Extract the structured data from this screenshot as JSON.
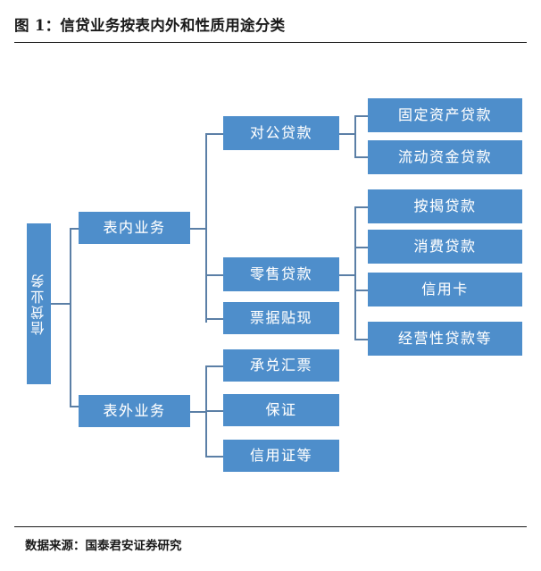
{
  "figure": {
    "title": "图 1：信贷业务按表内外和性质用途分类",
    "source": "数据来源：国泰君安证券研究"
  },
  "colors": {
    "node_fill": "#4e8ecb",
    "node_text": "#ffffff",
    "connector": "#5b7fa6",
    "rule": "#1a1a1a",
    "background": "#ffffff"
  },
  "chart_data": {
    "type": "diagram",
    "subtype": "horizontal-tree",
    "title": "图 1：信贷业务按表内外和性质用途分类",
    "root": "信贷业务",
    "nodes": {
      "root": "信贷业务",
      "l2": [
        "表内业务",
        "表外业务"
      ],
      "l3_on_balance": [
        "对公贷款",
        "零售贷款",
        "票据贴现"
      ],
      "l3_off_balance": [
        "承兑汇票",
        "保证",
        "信用证等"
      ],
      "l4_corporate": [
        "固定资产贷款",
        "流动资金贷款"
      ],
      "l4_retail": [
        "按揭贷款",
        "消费贷款",
        "信用卡",
        "经营性贷款等"
      ]
    },
    "edges": [
      [
        "信贷业务",
        "表内业务"
      ],
      [
        "信贷业务",
        "表外业务"
      ],
      [
        "表内业务",
        "对公贷款"
      ],
      [
        "表内业务",
        "零售贷款"
      ],
      [
        "表内业务",
        "票据贴现"
      ],
      [
        "表外业务",
        "承兑汇票"
      ],
      [
        "表外业务",
        "保证"
      ],
      [
        "表外业务",
        "信用证等"
      ],
      [
        "对公贷款",
        "固定资产贷款"
      ],
      [
        "对公贷款",
        "流动资金贷款"
      ],
      [
        "零售贷款",
        "按揭贷款"
      ],
      [
        "零售贷款",
        "消费贷款"
      ],
      [
        "零售贷款",
        "信用卡"
      ],
      [
        "零售贷款",
        "经营性贷款等"
      ]
    ]
  }
}
